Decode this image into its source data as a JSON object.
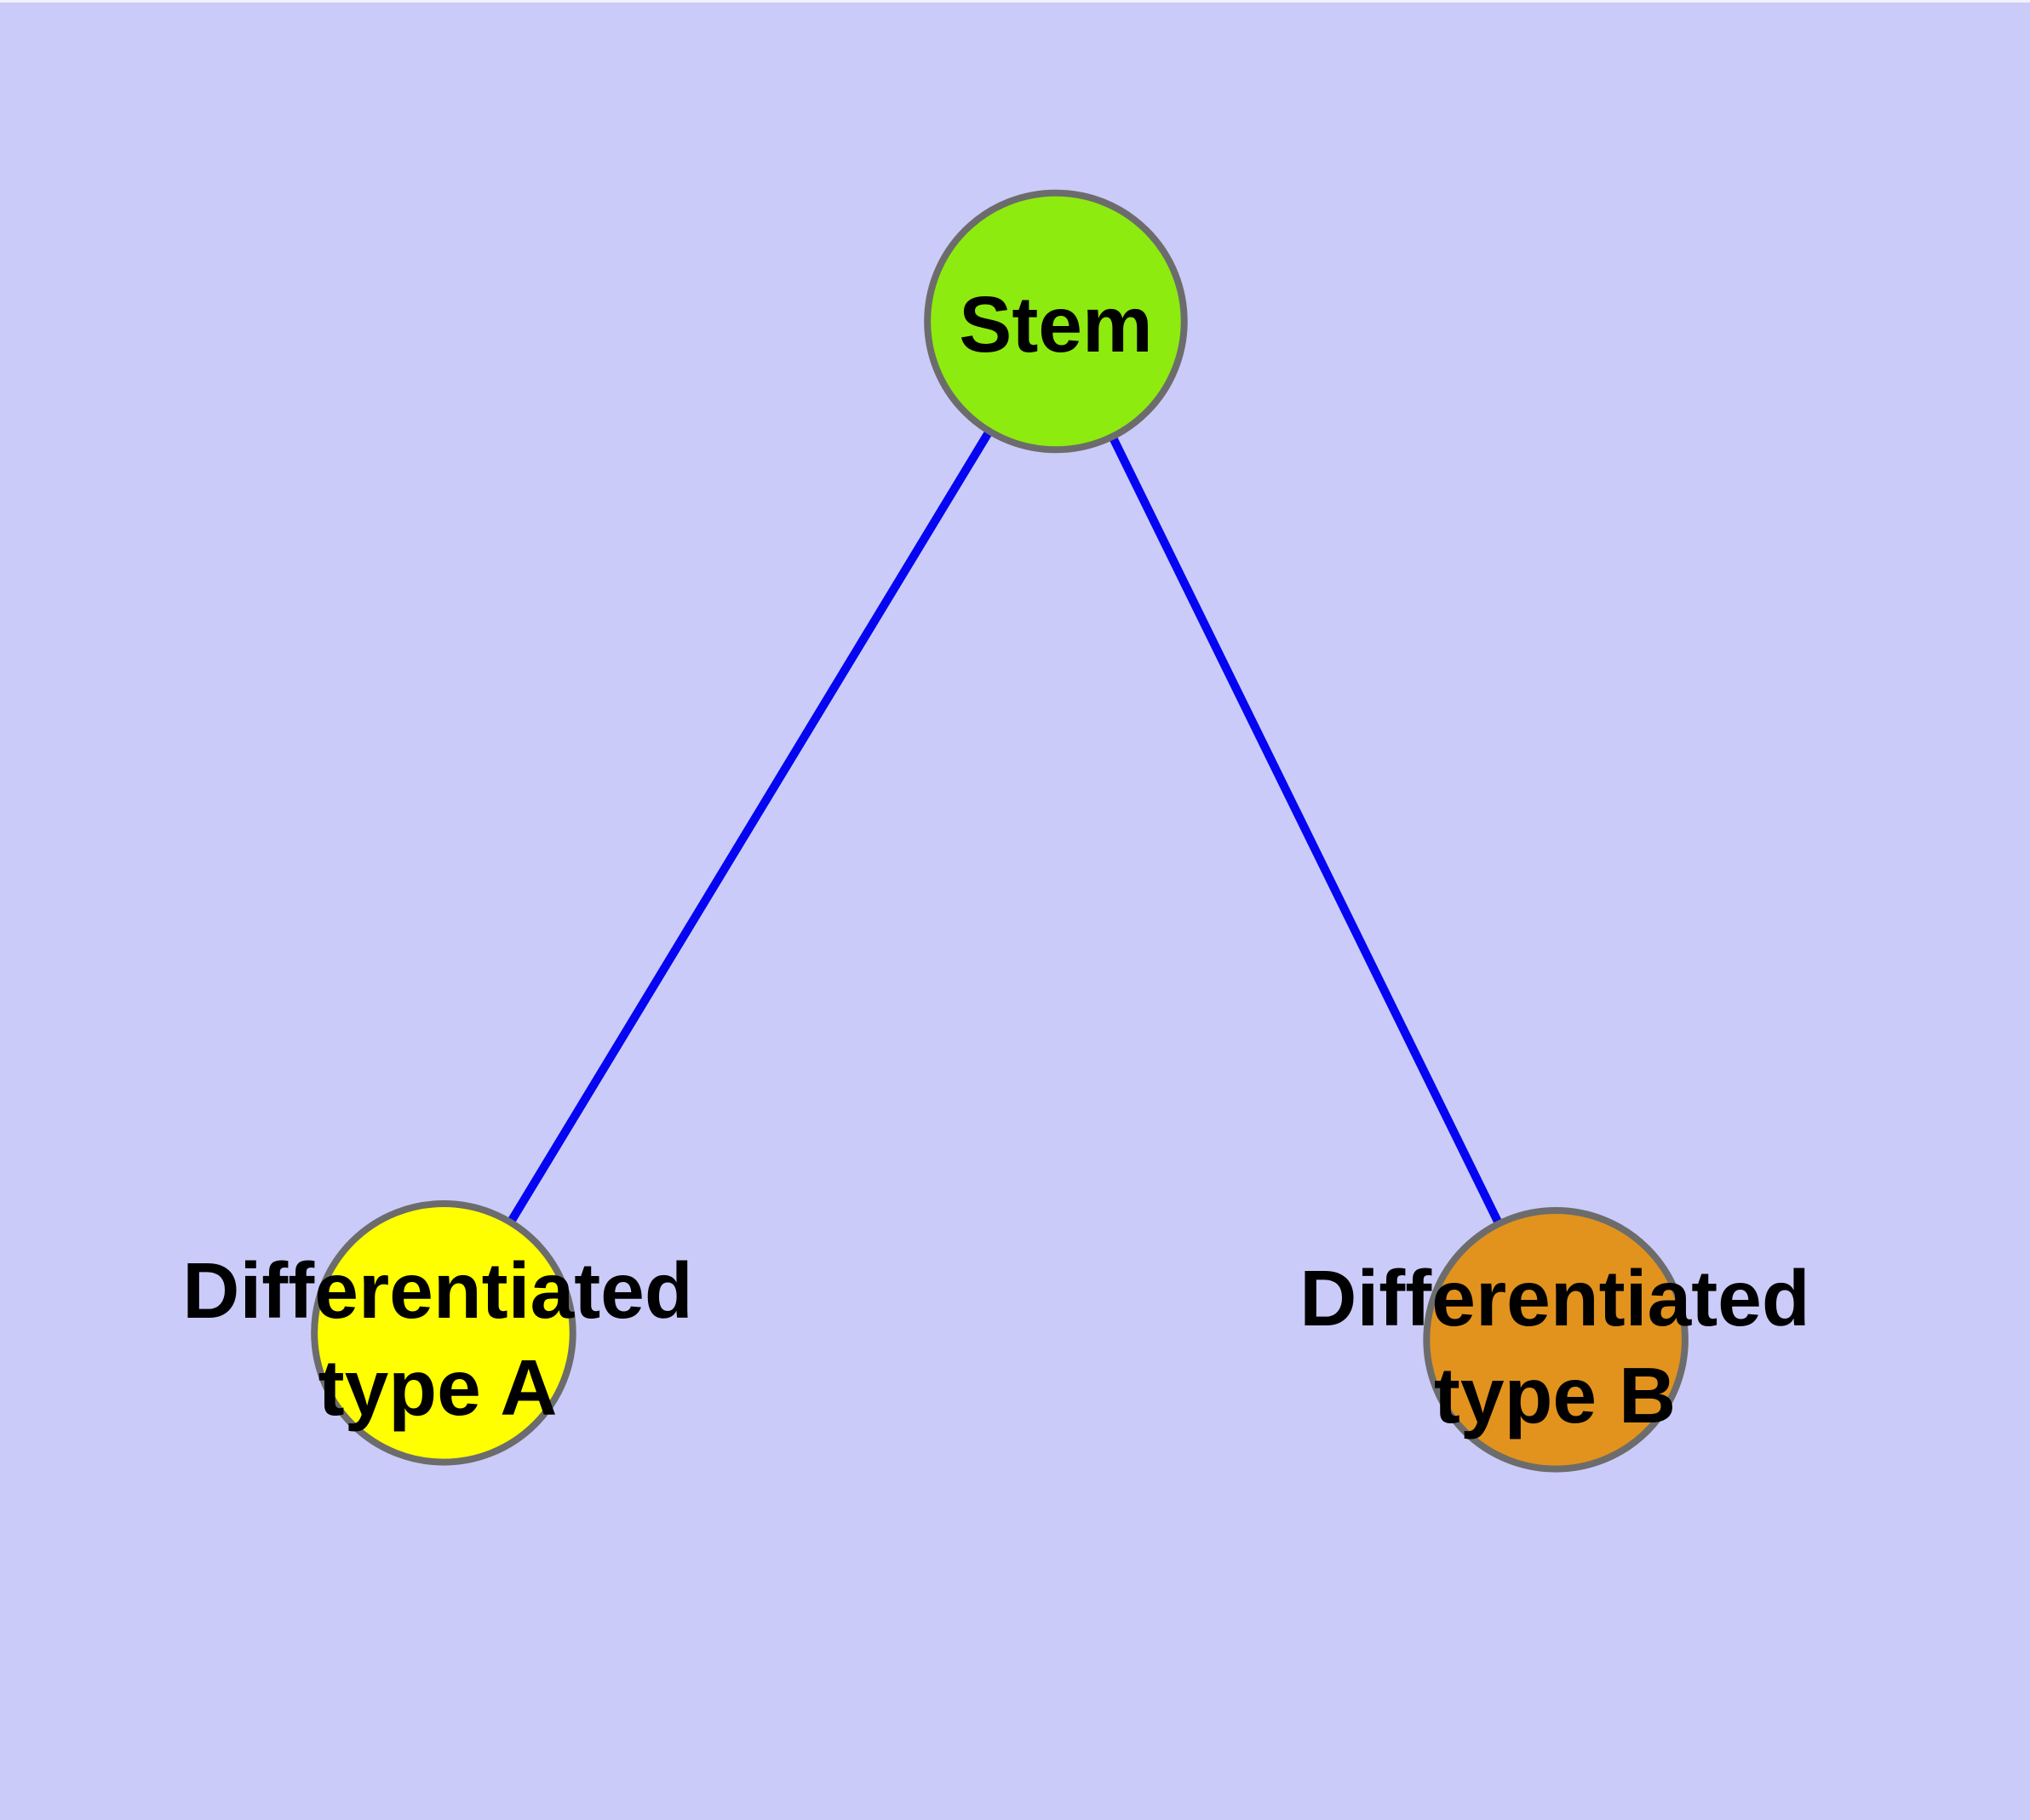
{
  "background_color": "#CBCBF9",
  "text_color": "#000000",
  "node_border_color": "#6C6C6C",
  "edge_color": "#0505F2",
  "nodes": {
    "stem": {
      "id": "stem",
      "label": "Stem",
      "shape": "circle",
      "fill": "#8DEB0F"
    },
    "type_a": {
      "id": "type_a",
      "label": "Differentiated type A",
      "lines": [
        "Differentiated",
        "type A"
      ],
      "shape": "circle",
      "fill": "#FFFF00"
    },
    "type_b": {
      "id": "type_b",
      "label": "Differentiated type B",
      "lines": [
        "Differentiated",
        "type B"
      ],
      "shape": "circle",
      "fill": "#E2931D"
    }
  },
  "edges": [
    {
      "from": "Stem",
      "to": "Differentiated type A"
    },
    {
      "from": "Stem",
      "to": "Differentiated type B"
    }
  ]
}
